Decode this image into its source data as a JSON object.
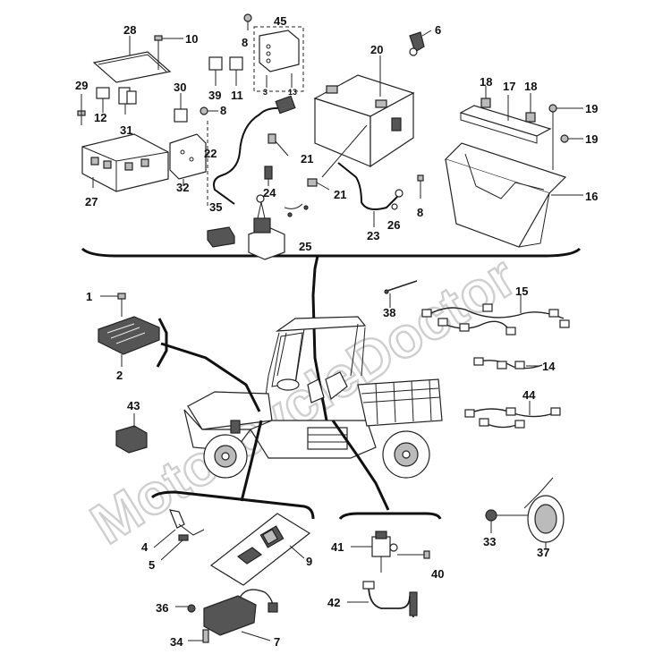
{
  "watermark": "MotorcycleDoctor",
  "callouts": [
    {
      "id": "c28",
      "text": "28"
    },
    {
      "id": "c10",
      "text": "10"
    },
    {
      "id": "c8a",
      "text": "8"
    },
    {
      "id": "c45",
      "text": "45"
    },
    {
      "id": "c6",
      "text": "6"
    },
    {
      "id": "c20",
      "text": "20"
    },
    {
      "id": "c29",
      "text": "29"
    },
    {
      "id": "c12",
      "text": "12"
    },
    {
      "id": "c31",
      "text": "31"
    },
    {
      "id": "c30",
      "text": "30"
    },
    {
      "id": "c39",
      "text": "39"
    },
    {
      "id": "c11",
      "text": "11"
    },
    {
      "id": "c8b",
      "text": "8"
    },
    {
      "id": "c3",
      "text": "3"
    },
    {
      "id": "c13",
      "text": "13"
    },
    {
      "id": "c18a",
      "text": "18"
    },
    {
      "id": "c17",
      "text": "17"
    },
    {
      "id": "c18b",
      "text": "18"
    },
    {
      "id": "c19a",
      "text": "19"
    },
    {
      "id": "c19b",
      "text": "19"
    },
    {
      "id": "c22",
      "text": "22"
    },
    {
      "id": "c21a",
      "text": "21"
    },
    {
      "id": "c21b",
      "text": "21"
    },
    {
      "id": "c27",
      "text": "27"
    },
    {
      "id": "c32",
      "text": "32"
    },
    {
      "id": "c24",
      "text": "24"
    },
    {
      "id": "c8c",
      "text": "8"
    },
    {
      "id": "c16",
      "text": "16"
    },
    {
      "id": "c26",
      "text": "26"
    },
    {
      "id": "c35",
      "text": "35"
    },
    {
      "id": "c23",
      "text": "23"
    },
    {
      "id": "c25",
      "text": "25"
    },
    {
      "id": "c1",
      "text": "1"
    },
    {
      "id": "c38",
      "text": "38"
    },
    {
      "id": "c15",
      "text": "15"
    },
    {
      "id": "c2",
      "text": "2"
    },
    {
      "id": "c14",
      "text": "14"
    },
    {
      "id": "c43",
      "text": "43"
    },
    {
      "id": "c44",
      "text": "44"
    },
    {
      "id": "c4",
      "text": "4"
    },
    {
      "id": "c5",
      "text": "5"
    },
    {
      "id": "c9",
      "text": "9"
    },
    {
      "id": "c41",
      "text": "41"
    },
    {
      "id": "c40",
      "text": "40"
    },
    {
      "id": "c33",
      "text": "33"
    },
    {
      "id": "c37",
      "text": "37"
    },
    {
      "id": "c42",
      "text": "42"
    },
    {
      "id": "c36",
      "text": "36"
    },
    {
      "id": "c34",
      "text": "34"
    },
    {
      "id": "c7",
      "text": "7"
    }
  ]
}
